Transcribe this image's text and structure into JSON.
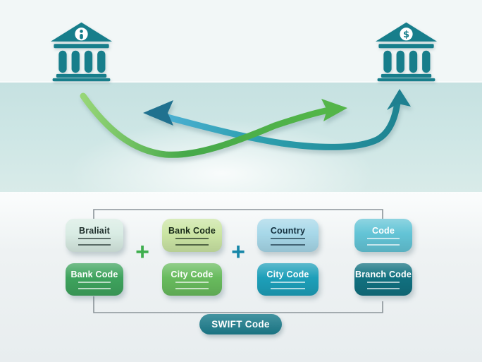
{
  "banks": {
    "right_emblem": "$"
  },
  "formula": {
    "columns": [
      {
        "top": {
          "label": "Braliait",
          "bg": "#d9ece4",
          "fg": "#1e2e2b"
        },
        "bottom": {
          "label": "Bank Code",
          "bg": "#3ea35d",
          "fg": "#ffffff"
        }
      },
      {
        "top": {
          "label": "Bank Code",
          "bg": "#cbe5a4",
          "fg": "#182a18"
        },
        "bottom": {
          "label": "City Code",
          "bg": "#68bb5d",
          "fg": "#ffffff"
        }
      },
      {
        "top": {
          "label": "Country",
          "bg": "#a7d8e9",
          "fg": "#14303f"
        },
        "bottom": {
          "label": "City Code",
          "bg": "#1d9fb9",
          "fg": "#ffffff"
        }
      },
      {
        "top": {
          "label": "Code",
          "bg": "#63c4d6",
          "fg": "#ffffff"
        },
        "bottom": {
          "label": "Branch Code",
          "bg": "#11707f",
          "fg": "#ffffff"
        }
      }
    ],
    "operators": [
      {
        "symbol": "+",
        "color": "#3fae4e"
      },
      {
        "symbol": "+",
        "color": "#1787a8"
      }
    ],
    "result": {
      "label": "SWIFT Code",
      "bg": "#1b7c8c",
      "fg": "#ffffff"
    }
  },
  "colors": {
    "bank_icon": "#177e8b",
    "band": "#cde6e5",
    "arrow_green": "#46a94a",
    "arrow_teal": "#2d9fae",
    "connector_line": "#8b9499"
  }
}
